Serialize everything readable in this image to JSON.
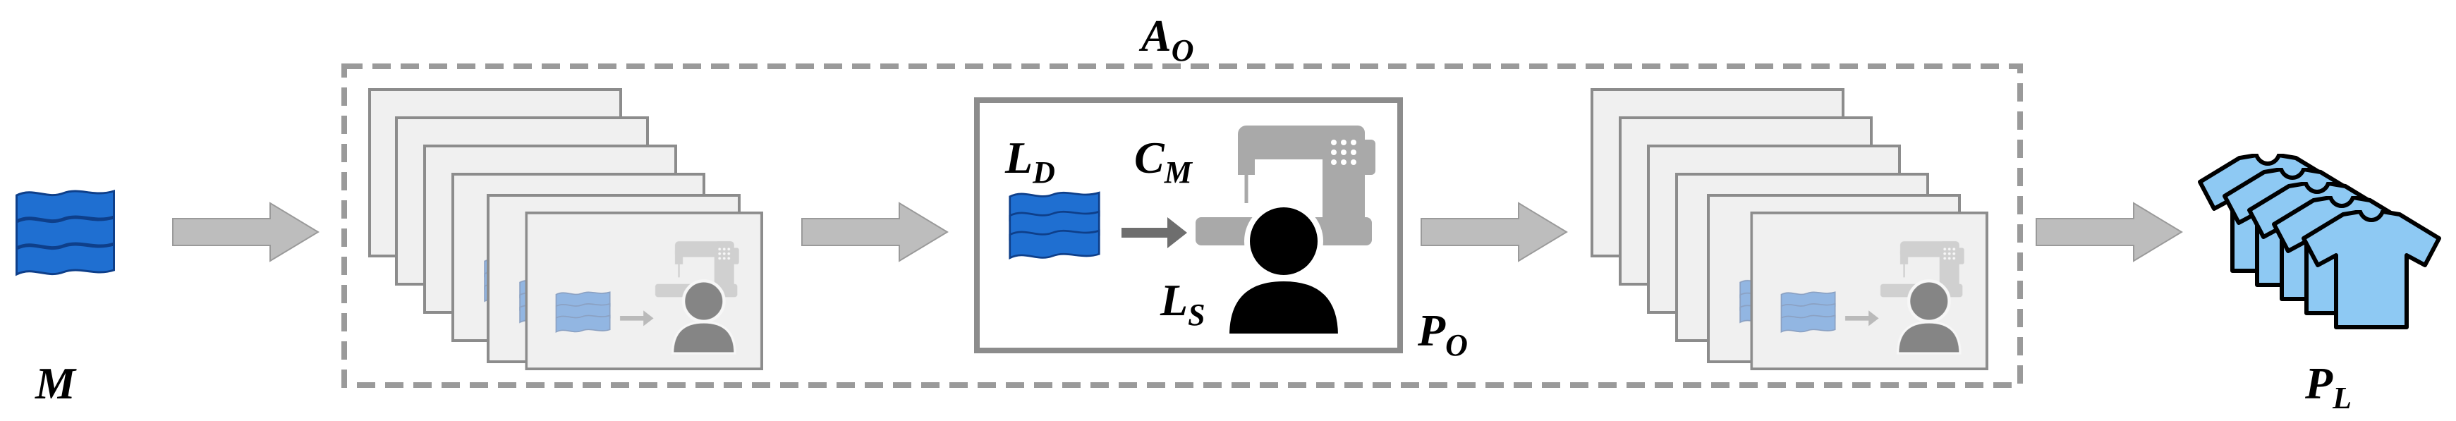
{
  "labels": {
    "materials": "M",
    "materials_sub": "",
    "operations_area": "A",
    "operations_area_sub": "O",
    "labor_direct": "L",
    "labor_direct_sub": "D",
    "machine": "C",
    "machine_sub": "M",
    "labor_staff": "L",
    "labor_staff_sub": "S",
    "process": "P",
    "process_sub": "O",
    "product": "P",
    "product_sub": "L"
  },
  "icons": {
    "materials": "fabric-stack-icon",
    "machine": "sewing-machine-icon",
    "worker": "person-icon",
    "product": "shirt-stack-icon",
    "flow": "right-arrow-icon"
  },
  "colors": {
    "fabric": "#1f6fd1",
    "fabric_dark": "#0e3f8a",
    "shirt": "#8ec9f3",
    "arrow": "#bdbdbd",
    "frame": "#8c8c8c",
    "machine": "#a9a9a9"
  }
}
